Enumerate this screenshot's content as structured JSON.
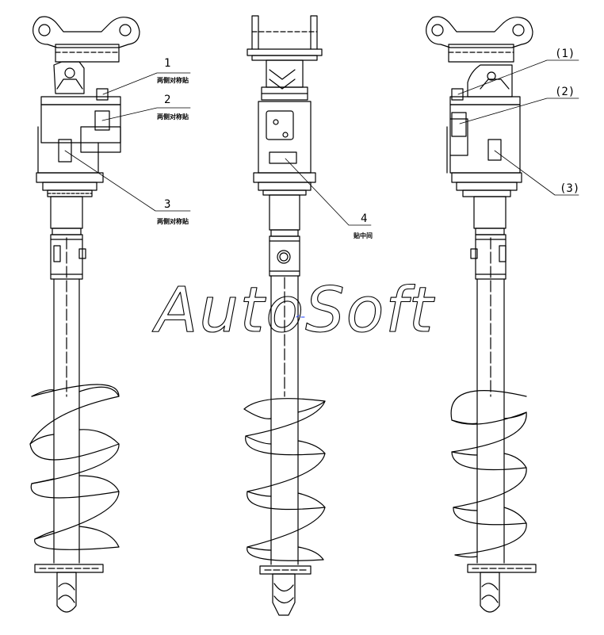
{
  "watermark": "AutoSoft",
  "callouts": {
    "c1": {
      "num": "1",
      "note": "两侧对称贴"
    },
    "c2": {
      "num": "2",
      "note": "两侧对称贴"
    },
    "c3": {
      "num": "3",
      "note": "两侧对称贴"
    },
    "c4": {
      "num": "4",
      "note": "贴中间"
    },
    "r1": {
      "num": "(1)"
    },
    "r2": {
      "num": "(2)"
    },
    "r3": {
      "num": "(3)"
    }
  },
  "colors": {
    "line": "#000000",
    "accent": "#1a3cff"
  }
}
